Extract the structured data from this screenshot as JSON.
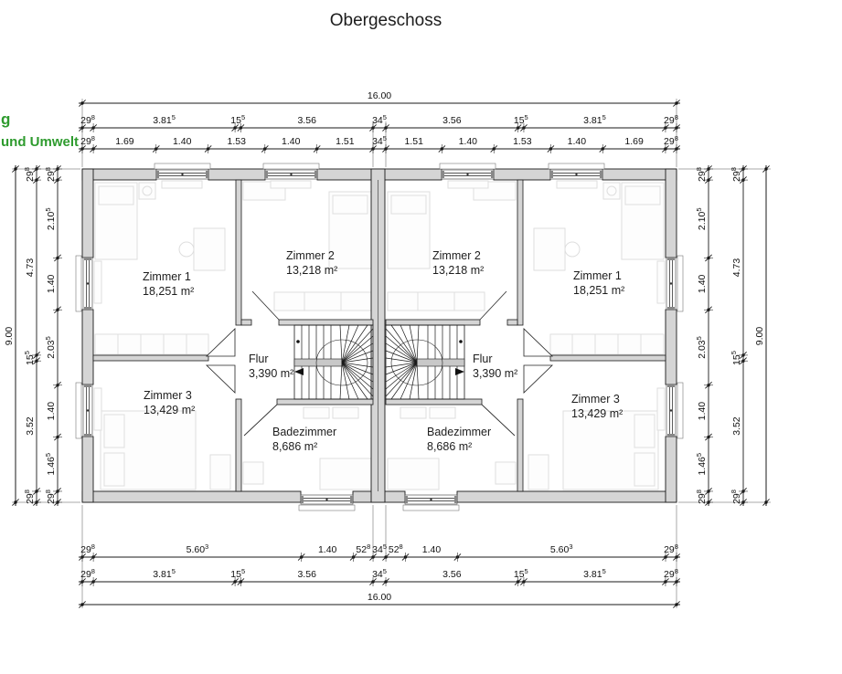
{
  "title": "Obergeschoss",
  "logo": {
    "line1": "g",
    "line2": "und Umwelt",
    "color": "#2e9b2e"
  },
  "colors": {
    "wall_fill": "#d5d5d5",
    "line": "#1a1a1a",
    "stair_bar": "#c8c8c8",
    "furniture": "#dedede"
  },
  "floor_plan": {
    "units": [
      {
        "id": "left",
        "rooms": [
          {
            "key": "zimmer1",
            "name": "Zimmer 1",
            "area": "18,251 m²"
          },
          {
            "key": "zimmer2",
            "name": "Zimmer 2",
            "area": "13,218 m²"
          },
          {
            "key": "zimmer3",
            "name": "Zimmer 3",
            "area": "13,429 m²"
          },
          {
            "key": "flur",
            "name": "Flur",
            "area": "3,390 m²"
          },
          {
            "key": "bad",
            "name": "Badezimmer",
            "area": "8,686 m²"
          }
        ]
      },
      {
        "id": "right",
        "rooms": [
          {
            "key": "zimmer1",
            "name": "Zimmer 1",
            "area": "18,251 m²"
          },
          {
            "key": "zimmer2",
            "name": "Zimmer 2",
            "area": "13,218 m²"
          },
          {
            "key": "zimmer3",
            "name": "Zimmer 3",
            "area": "13,429 m²"
          },
          {
            "key": "flur",
            "name": "Flur",
            "area": "3,390 m²"
          },
          {
            "key": "bad",
            "name": "Badezimmer",
            "area": "8,686 m²"
          }
        ]
      }
    ]
  },
  "dimensions": {
    "top": {
      "total": {
        "text": "16.00"
      },
      "row_main": [
        {
          "v": 0.298,
          "t": "29",
          "s": "8"
        },
        {
          "v": 3.815,
          "t": "3.81",
          "s": "5"
        },
        {
          "v": 0.155,
          "t": "15",
          "s": "5"
        },
        {
          "v": 3.56,
          "t": "3.56"
        },
        {
          "v": 0.345,
          "t": "34",
          "s": "5"
        },
        {
          "v": 3.56,
          "t": "3.56"
        },
        {
          "v": 0.155,
          "t": "15",
          "s": "5"
        },
        {
          "v": 3.815,
          "t": "3.81",
          "s": "5"
        },
        {
          "v": 0.298,
          "t": "29",
          "s": "8"
        }
      ],
      "row_detail": [
        {
          "v": 0.298,
          "t": "29",
          "s": "8"
        },
        {
          "v": 1.69,
          "t": "1.69"
        },
        {
          "v": 1.4,
          "t": "1.40"
        },
        {
          "v": 1.53,
          "t": "1.53"
        },
        {
          "v": 1.4,
          "t": "1.40"
        },
        {
          "v": 1.51,
          "t": "1.51"
        },
        {
          "v": 0.345,
          "t": "34",
          "s": "5"
        },
        {
          "v": 1.51,
          "t": "1.51"
        },
        {
          "v": 1.4,
          "t": "1.40"
        },
        {
          "v": 1.53,
          "t": "1.53"
        },
        {
          "v": 1.4,
          "t": "1.40"
        },
        {
          "v": 1.69,
          "t": "1.69"
        },
        {
          "v": 0.298,
          "t": "29",
          "s": "8"
        }
      ]
    },
    "bottom": {
      "total": {
        "text": "16.00"
      },
      "row_detail": [
        {
          "v": 0.298,
          "t": "29",
          "s": "8"
        },
        {
          "v": 5.603,
          "t": "5.60",
          "s": "3"
        },
        {
          "v": 1.4,
          "t": "1.40"
        },
        {
          "v": 0.528,
          "t": "52",
          "s": "8"
        },
        {
          "v": 0.345,
          "t": "34",
          "s": "5"
        },
        {
          "v": 0.528,
          "t": "52",
          "s": "8"
        },
        {
          "v": 1.4,
          "t": "1.40"
        },
        {
          "v": 5.603,
          "t": "5.60",
          "s": "3"
        },
        {
          "v": 0.298,
          "t": "29",
          "s": "8"
        }
      ],
      "row_main": [
        {
          "v": 0.298,
          "t": "29",
          "s": "8"
        },
        {
          "v": 3.815,
          "t": "3.81",
          "s": "5"
        },
        {
          "v": 0.155,
          "t": "15",
          "s": "5"
        },
        {
          "v": 3.56,
          "t": "3.56"
        },
        {
          "v": 0.345,
          "t": "34",
          "s": "5"
        },
        {
          "v": 3.56,
          "t": "3.56"
        },
        {
          "v": 0.155,
          "t": "15",
          "s": "5"
        },
        {
          "v": 3.815,
          "t": "3.81",
          "s": "5"
        },
        {
          "v": 0.298,
          "t": "29",
          "s": "8"
        }
      ]
    },
    "sides": {
      "total": {
        "text": "9.00"
      },
      "mid": [
        {
          "v": 0.298,
          "t": "29",
          "s": "8"
        },
        {
          "v": 4.73,
          "t": "4.73"
        },
        {
          "v": 0.155,
          "t": "15",
          "s": "5"
        },
        {
          "v": 3.52,
          "t": "3.52"
        },
        {
          "v": 0.298,
          "t": "29",
          "s": "8"
        }
      ],
      "inner": [
        {
          "v": 0.298,
          "t": "29",
          "s": "8"
        },
        {
          "v": 2.105,
          "t": "2.10",
          "s": "5"
        },
        {
          "v": 1.4,
          "t": "1.40"
        },
        {
          "v": 2.035,
          "t": "2.03",
          "s": "5"
        },
        {
          "v": 1.4,
          "t": "1.40"
        },
        {
          "v": 1.465,
          "t": "1.46",
          "s": "5"
        },
        {
          "v": 0.298,
          "t": "29",
          "s": "8"
        }
      ]
    }
  }
}
